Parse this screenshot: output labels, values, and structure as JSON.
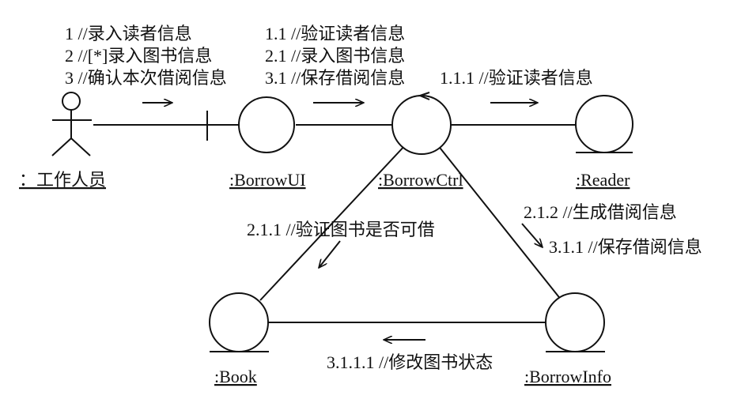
{
  "actor": {
    "label": "：工作人员"
  },
  "objects": {
    "borrow_ui": ":BorrowUI",
    "borrow_ctrl": ":BorrowCtrl",
    "reader": ":Reader",
    "book": ":Book",
    "borrow_info": ":BorrowInfo"
  },
  "messages": {
    "actor_to_ui": [
      "1 //录入读者信息",
      "2 //[*]录入图书信息",
      "3 //确认本次借阅信息"
    ],
    "ui_to_ctrl": [
      "1.1 //验证读者信息",
      "2.1 //录入图书信息",
      "3.1 //保存借阅信息"
    ],
    "ctrl_to_reader": "1.1.1 //验证读者信息",
    "ctrl_to_book": "2.1.1 //验证图书是否可借",
    "ctrl_to_info": [
      "2.1.2 //生成借阅信息",
      "3.1.1 //保存借阅信息"
    ],
    "info_to_book": "3.1.1.1 //修改图书状态"
  }
}
